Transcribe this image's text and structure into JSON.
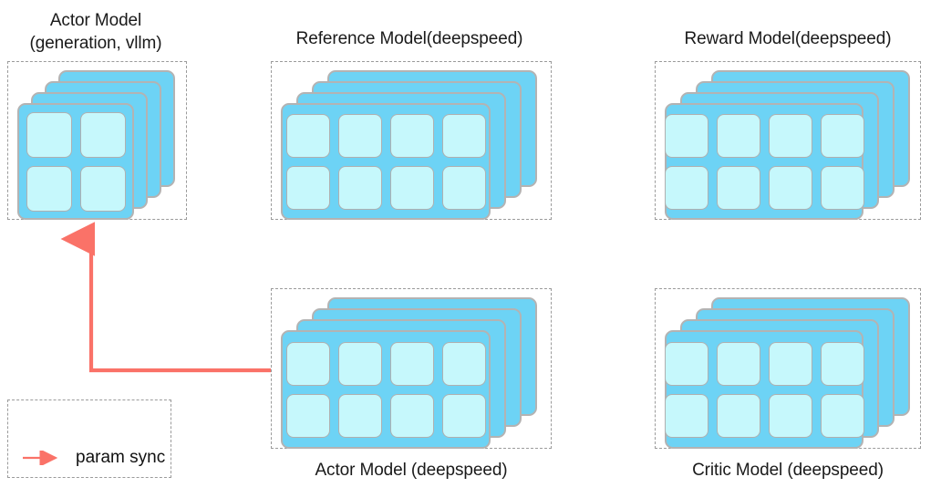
{
  "diagram": {
    "title_colors": {
      "card_fill": "#6DD3F5",
      "card_border": "#b3b3b3",
      "cell_fill": "#C6F8FC",
      "cell_border": "#b0b0b0",
      "dashed_border": "#9b9b9b",
      "arrow": "#FA7268",
      "text": "#1a1a1a",
      "background": "#ffffff"
    },
    "groups": [
      {
        "id": "actor-vllm",
        "title": "Actor Model\n(generation, vllm)",
        "title_position": "above",
        "grid_cols": 2,
        "grid_rows": 2,
        "stack_count": 4
      },
      {
        "id": "reference",
        "title": "Reference Model(deepspeed)",
        "title_position": "above",
        "grid_cols": 4,
        "grid_rows": 2,
        "stack_count": 4
      },
      {
        "id": "reward",
        "title": "Reward Model(deepspeed)",
        "title_position": "above",
        "grid_cols": 4,
        "grid_rows": 2,
        "stack_count": 4
      },
      {
        "id": "actor-deepspeed",
        "title": "Actor Model (deepspeed)",
        "title_position": "below",
        "grid_cols": 4,
        "grid_rows": 2,
        "stack_count": 4
      },
      {
        "id": "critic",
        "title": "Critic Model (deepspeed)",
        "title_position": "below",
        "grid_cols": 4,
        "grid_rows": 2,
        "stack_count": 4
      }
    ],
    "legend": {
      "label": "param sync",
      "arrow_icon": "right-arrow-icon"
    },
    "connection": {
      "label": "param sync",
      "from": "actor-deepspeed",
      "to": "actor-vllm",
      "style": "elbow-arrow"
    }
  }
}
